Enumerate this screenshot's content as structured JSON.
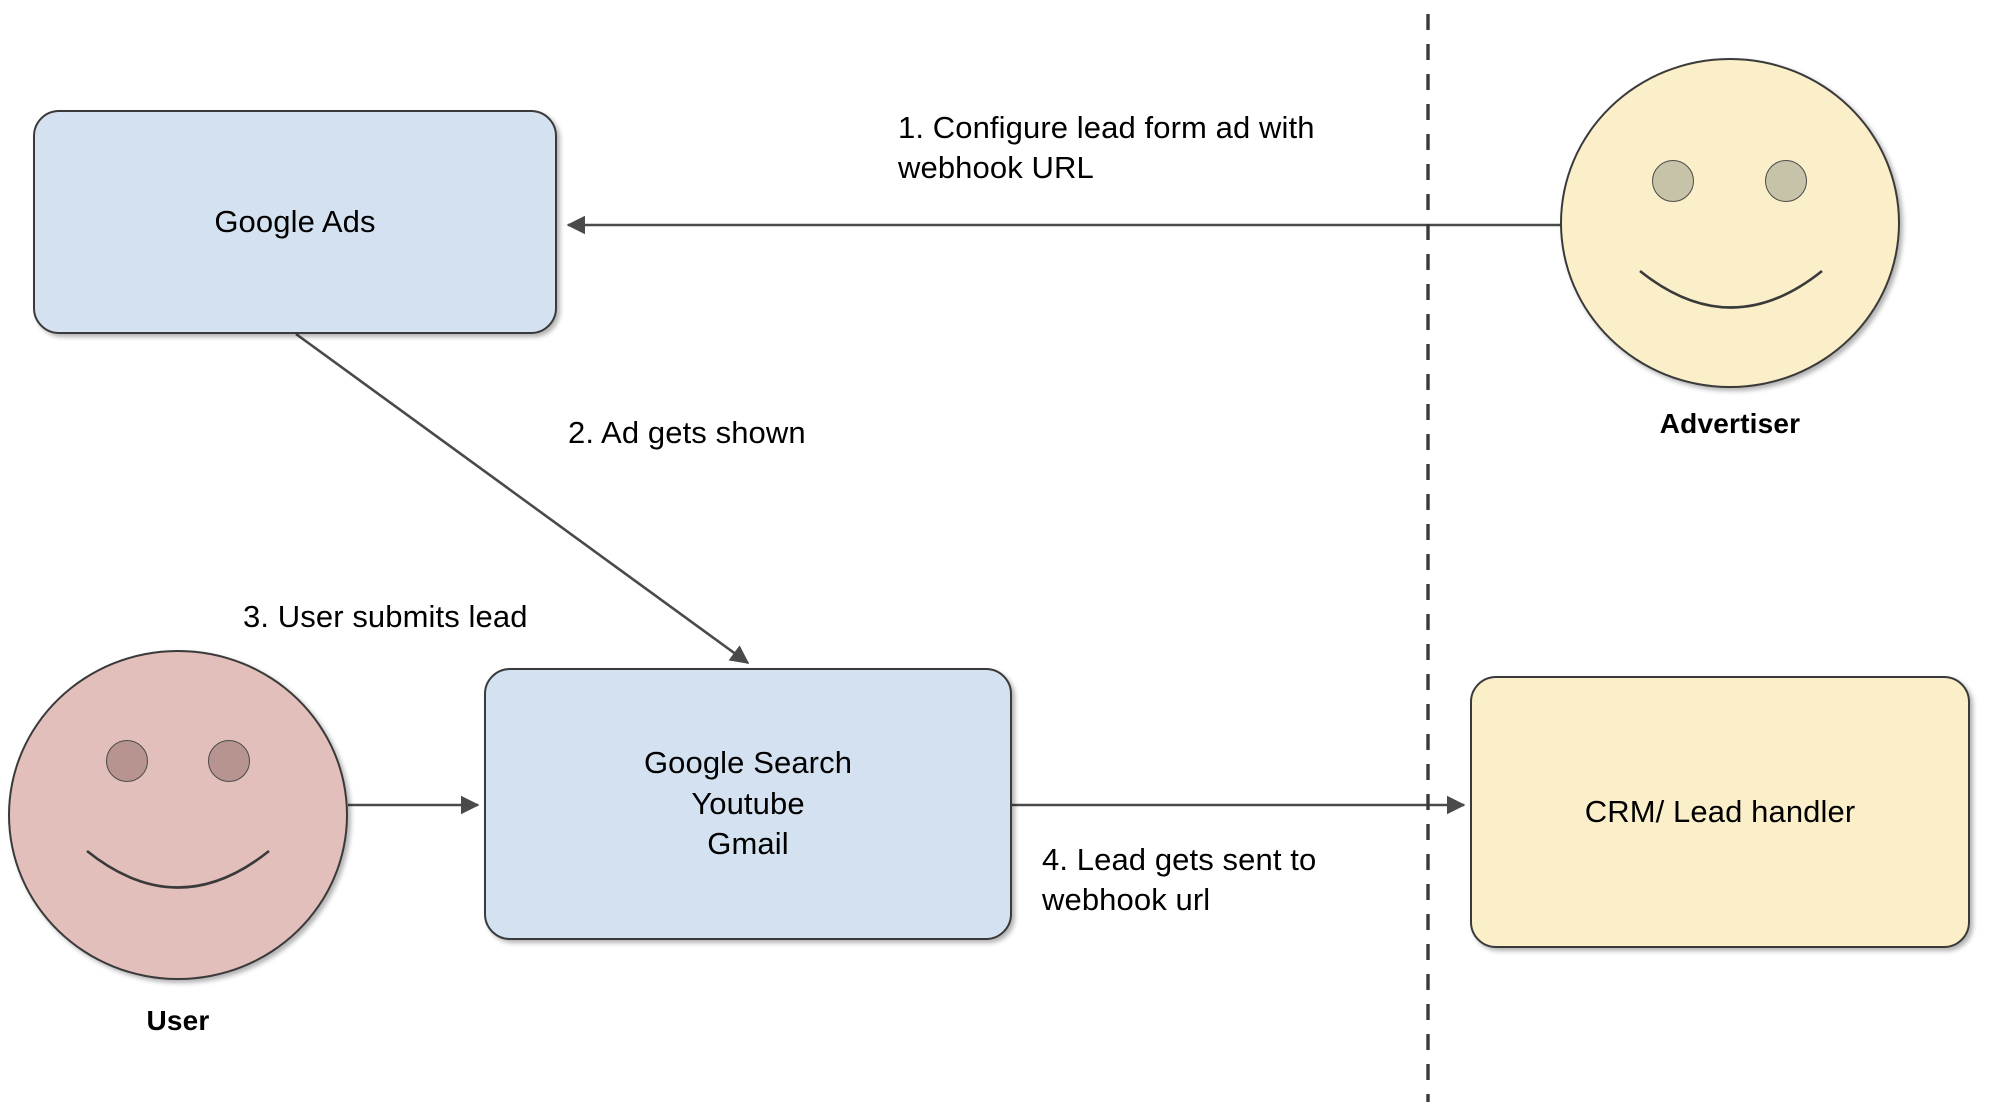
{
  "diagram": {
    "title": "Google Ads lead form webhook flow",
    "background": "#ffffff",
    "divider": {
      "name": "vertical-dashed-divider",
      "style": "dashed",
      "color": "#3a3a3a"
    },
    "colors": {
      "box_blue_fill": "#d4e1f0",
      "box_cream_fill": "#fbefc9",
      "face_user_fill": "#e3bfbb",
      "face_user_eye": "#b79490",
      "face_advertiser_fill": "#fbefc9",
      "face_advertiser_eye": "#c6c3a8",
      "stroke": "#3a3a3a",
      "text": "#000000"
    }
  },
  "nodes": {
    "google_ads": {
      "label": "Google Ads"
    },
    "google_surfaces": {
      "label": "Google Search\nYoutube\nGmail"
    },
    "crm": {
      "label": "CRM/ Lead handler"
    },
    "advertiser": {
      "caption": "Advertiser",
      "icon": "smiley-face-icon"
    },
    "user": {
      "caption": "User",
      "icon": "smiley-face-icon"
    }
  },
  "steps": [
    {
      "number": "1.",
      "text": "Configure lead form ad with\nwebhook URL",
      "label": "1.  Configure lead form ad with\nwebhook URL"
    },
    {
      "number": "2.",
      "text": "Ad gets shown",
      "label": "2.  Ad gets shown"
    },
    {
      "number": "3.",
      "text": "User submits lead",
      "label": "3.  User submits lead"
    },
    {
      "number": "4.",
      "text": "Lead gets sent to\nwebhook url",
      "label": "4.  Lead gets sent to\nwebhook url"
    }
  ],
  "edges": [
    {
      "name": "advertiser-to-google-ads",
      "from": "advertiser",
      "to": "google_ads",
      "step": "1"
    },
    {
      "name": "google-ads-to-surfaces",
      "from": "google_ads",
      "to": "google_surfaces",
      "step": "2"
    },
    {
      "name": "user-to-surfaces",
      "from": "user",
      "to": "google_surfaces",
      "step": "3"
    },
    {
      "name": "surfaces-to-crm",
      "from": "google_surfaces",
      "to": "crm",
      "step": "4"
    }
  ]
}
